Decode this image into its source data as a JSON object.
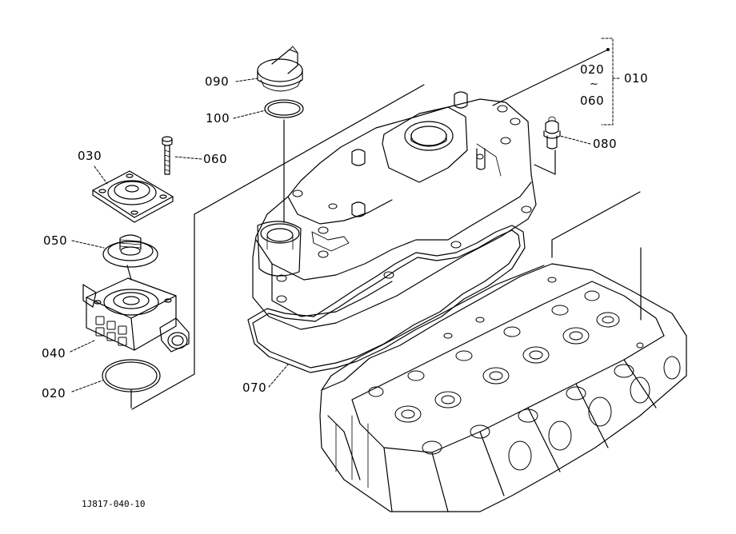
{
  "callouts": {
    "c090": "090",
    "c100": "100",
    "c030": "030",
    "c060": "060",
    "c050": "050",
    "c040": "040",
    "c020": "020",
    "c070": "070",
    "c080": "080",
    "c010": "010",
    "range_start": "020",
    "range_tilde": "~",
    "range_end": "060"
  },
  "drawing_code": "1J817-040-10",
  "colors": {
    "line": "#000000",
    "background": "#ffffff"
  }
}
